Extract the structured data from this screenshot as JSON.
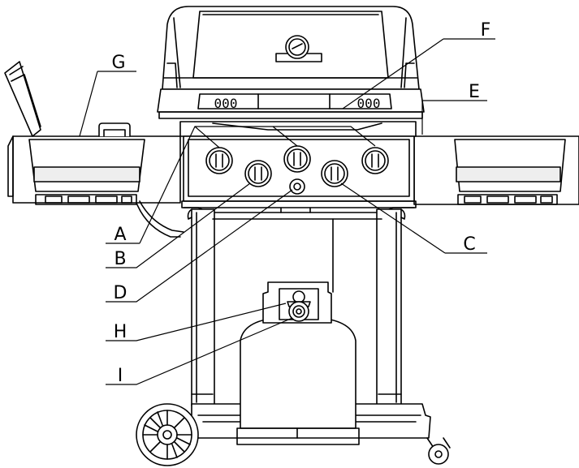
{
  "labels": {
    "A": "A",
    "B": "B",
    "C": "C",
    "D": "D",
    "E": "E",
    "F": "F",
    "G": "G",
    "H": "H",
    "I": "I"
  },
  "lid_vents_left": "000",
  "lid_vents_right": "000",
  "icons": {
    "thermometer": "thermometer-icon",
    "knob": "control-knob-icon",
    "igniter": "igniter-button-icon",
    "wheel": "wheel-icon"
  }
}
